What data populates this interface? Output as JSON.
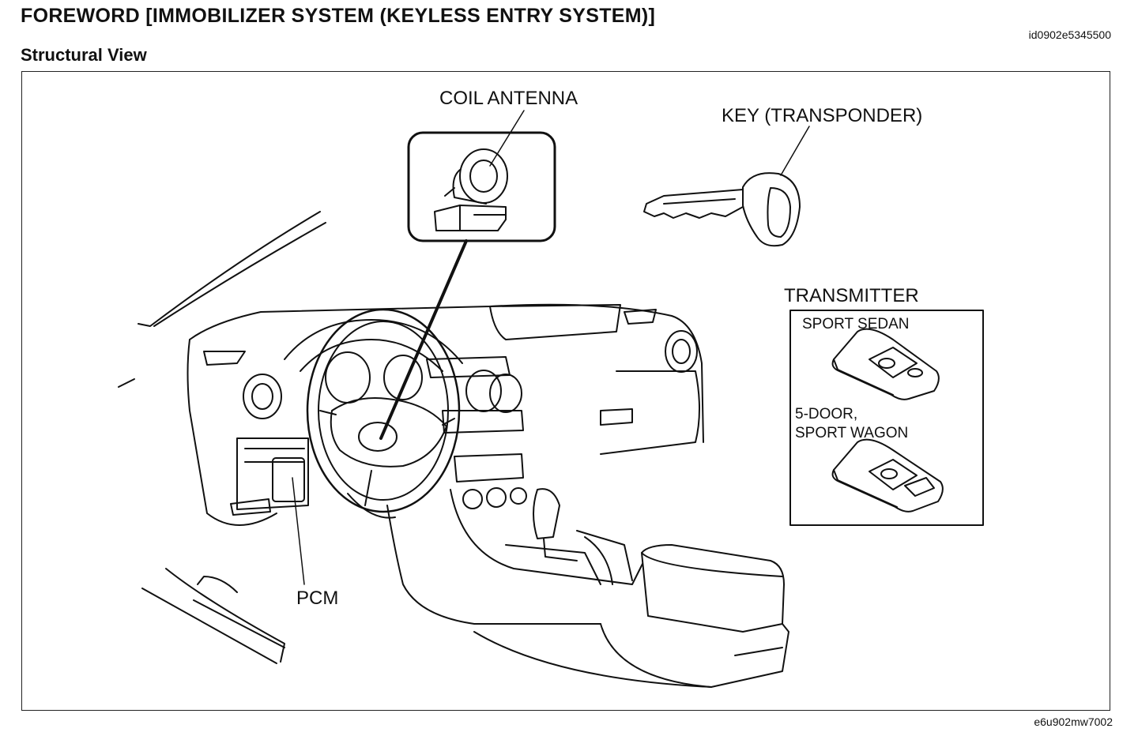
{
  "header": {
    "title": "FOREWORD [IMMOBILIZER SYSTEM (KEYLESS ENTRY SYSTEM)]",
    "doc_id": "id0902e5345500",
    "section": "Structural View"
  },
  "diagram": {
    "labels": {
      "coil_antenna": "COIL ANTENNA",
      "key": "KEY (TRANSPONDER)",
      "transmitter": "TRANSMITTER",
      "sport_sedan": "SPORT SEDAN",
      "five_door_line1": "5-DOOR,",
      "five_door_line2": "SPORT WAGON",
      "pcm": "PCM"
    },
    "figure_id": "e6u902mw7002"
  },
  "colors": {
    "line": "#111111",
    "background": "#ffffff"
  }
}
